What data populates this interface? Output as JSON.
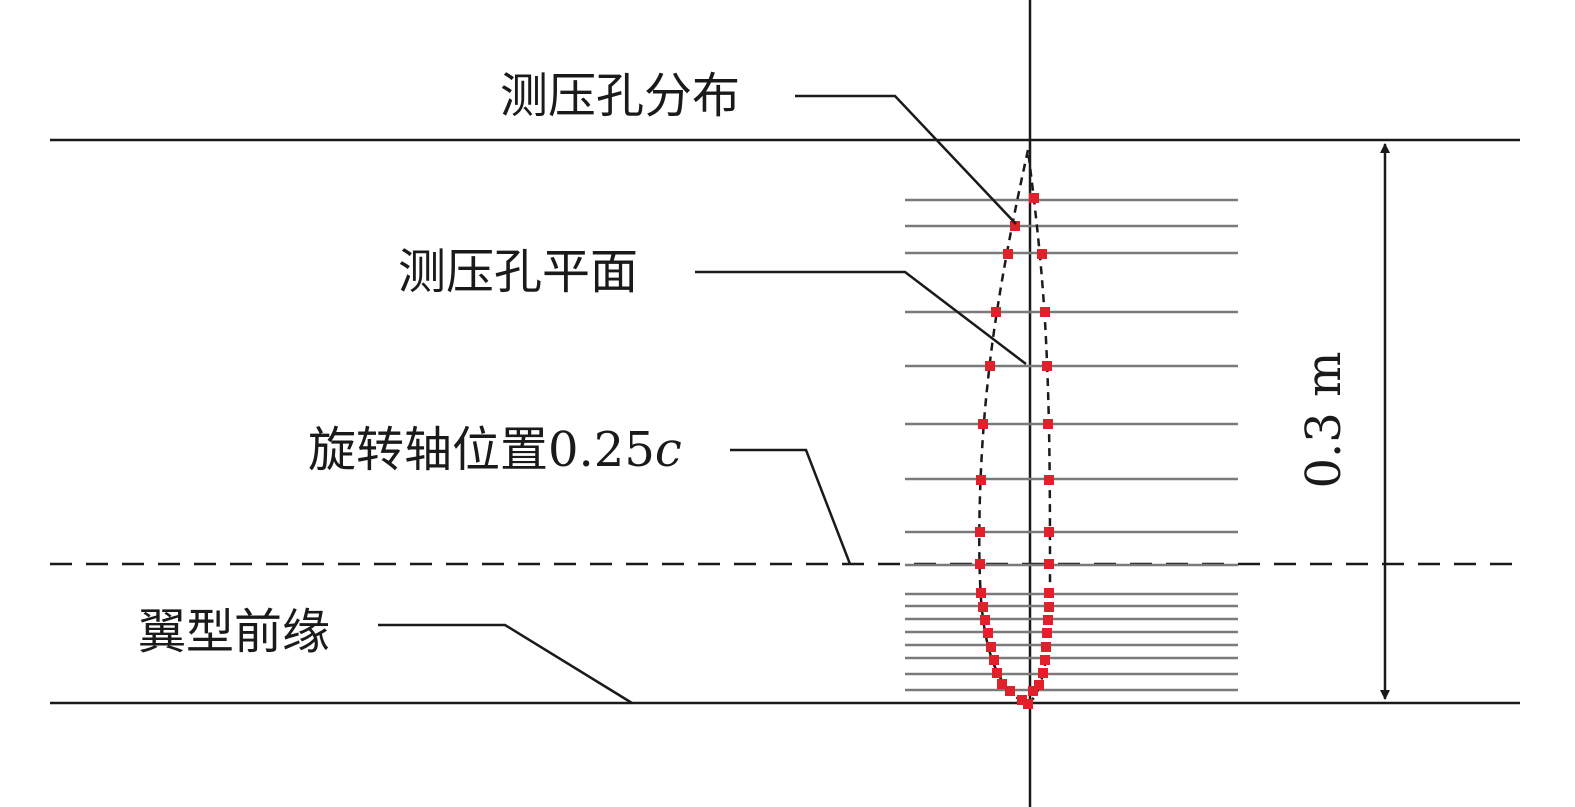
{
  "labels": {
    "tap_distribution": "测压孔分布",
    "tap_plane": "测压孔平面",
    "rotation_axis_text": "旋转轴位置0.25",
    "rotation_axis_symbol": "c",
    "leading_edge": "翼型前缘",
    "span_dimension": "0.3 m"
  },
  "colors": {
    "line": "#1a1a1a",
    "tap_plane_line": "#7a7a7a",
    "pressure_tap": "#e0202a"
  },
  "pressure_taps": {
    "count": 36
  },
  "tap_planes": {
    "count": 17
  }
}
